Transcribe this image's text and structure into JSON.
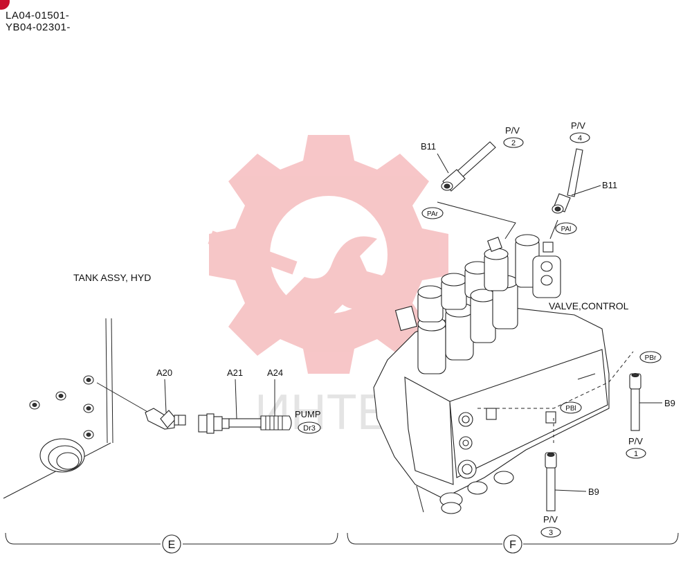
{
  "header": {
    "serial_1": "LA04-01501-",
    "serial_2": "YB04-02301-",
    "mark_color": "#c8102e"
  },
  "watermark": {
    "text": "ИНТЕХ",
    "logo_icon": "gear-wrench-icon",
    "color": "#f2a7a9"
  },
  "labels": {
    "tank": "TANK ASSY, HYD",
    "valve": "VALVE,CONTROL",
    "pump": "PUMP",
    "pump_port": "Dr3",
    "a20": "A20",
    "a21": "A21",
    "a24": "A24",
    "b11_top_left": "B11",
    "b11_top_right": "B11",
    "b9_right": "B9",
    "b9_bottom": "B9",
    "pv": "P/V",
    "pv_port_1": "1",
    "pv_port_2": "2",
    "pv_port_3": "3",
    "pv_port_4": "4",
    "port_par": "PAr",
    "port_pal": "PAl",
    "port_pbr": "PBr",
    "port_pbl": "PBl"
  },
  "sections": {
    "left": "E",
    "right": "F"
  }
}
